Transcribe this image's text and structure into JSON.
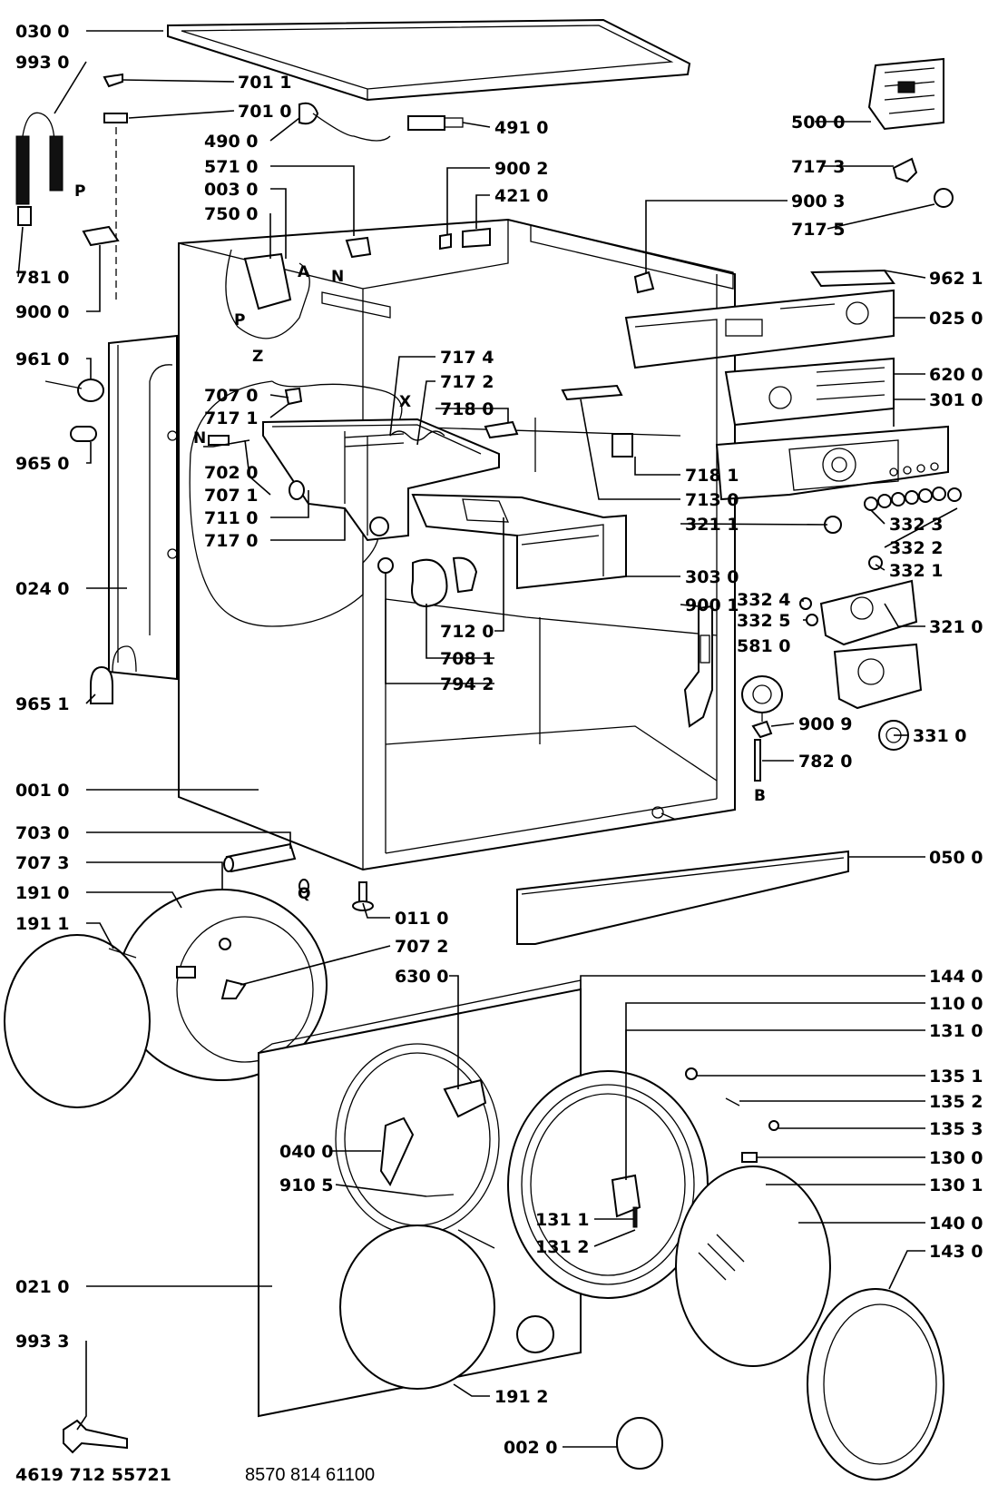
{
  "parts": [
    "030 0",
    "993 0",
    "701 1",
    "701 0",
    "490 0",
    "491 0",
    "571 0",
    "003 0",
    "750 0",
    "781 0",
    "900 0",
    "900 2",
    "421 0",
    "900 3",
    "500 0",
    "717 3",
    "717 5",
    "962 1",
    "025 0",
    "620 0",
    "301 0",
    "961 0",
    "965 0",
    "717 4",
    "717 2",
    "718 0",
    "707 0",
    "717 1",
    "702 0",
    "707 1",
    "711 0",
    "717 0",
    "718 1",
    "713 0",
    "321 1",
    "332 3",
    "332 2",
    "332 1",
    "303 0",
    "900 1",
    "332 4",
    "332 5",
    "321 0",
    "581 0",
    "712 0",
    "708 1",
    "794 2",
    "024 0",
    "965 1",
    "900 9",
    "331 0",
    "782 0",
    "001 0",
    "703 0",
    "707 3",
    "191 0",
    "191 1",
    "011 0",
    "707 2",
    "050 0",
    "630 0",
    "144 0",
    "110 0",
    "131 0",
    "135 1",
    "135 2",
    "135 3",
    "040 0",
    "130 0",
    "910 5",
    "130 1",
    "131 1",
    "131 2",
    "140 0",
    "143 0",
    "021 0",
    "993 3",
    "191 2",
    "002 0"
  ],
  "letters": [
    "P",
    "A",
    "N",
    "P",
    "Z",
    "X",
    "N",
    "B",
    "Q"
  ],
  "footer": {
    "left": "4619 712 55721",
    "right": "8570 814 61100"
  }
}
